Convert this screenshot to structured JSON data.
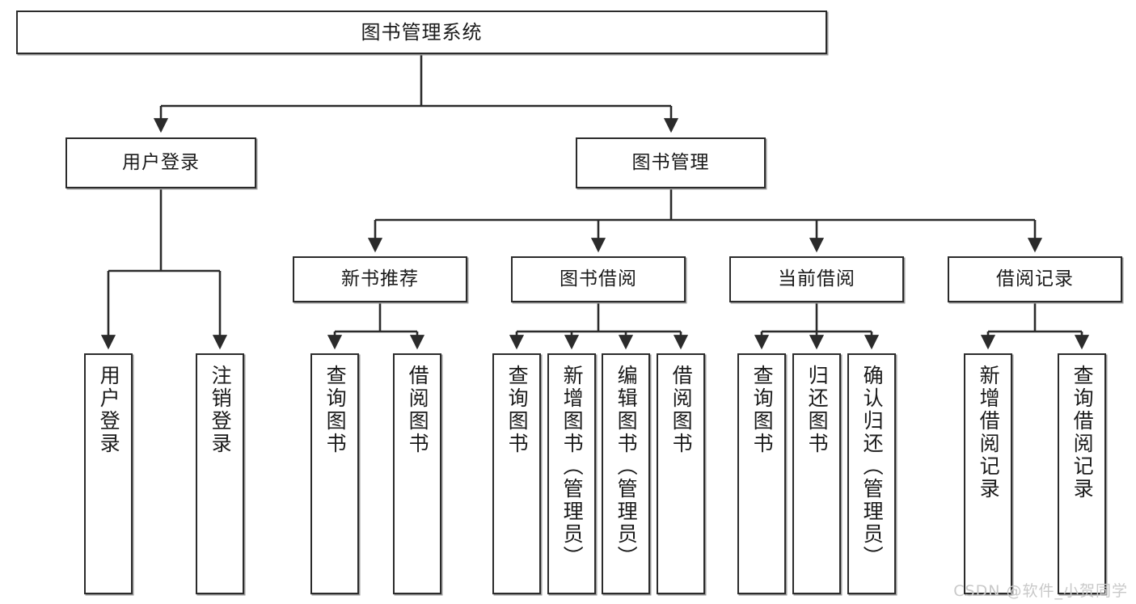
{
  "diagram": {
    "kind": "tree-hierarchy-chart",
    "root": {
      "id": "root",
      "label": "图书管理系统"
    },
    "level1": [
      {
        "id": "login",
        "label": "用户登录"
      },
      {
        "id": "bookmgmt",
        "label": "图书管理"
      }
    ],
    "level2": [
      {
        "id": "newbook",
        "label": "新书推荐"
      },
      {
        "id": "borrow",
        "label": "图书借阅"
      },
      {
        "id": "current",
        "label": "当前借阅"
      },
      {
        "id": "record",
        "label": "借阅记录"
      }
    ],
    "leaves": [
      {
        "id": "leaf-user-login",
        "parent": "login",
        "label": "用户登录"
      },
      {
        "id": "leaf-user-logout",
        "parent": "login",
        "label": "注销登录"
      },
      {
        "id": "leaf-nb-query",
        "parent": "newbook",
        "label": "查询图书"
      },
      {
        "id": "leaf-nb-borrow",
        "parent": "newbook",
        "label": "借阅图书"
      },
      {
        "id": "leaf-bw-query",
        "parent": "borrow",
        "label": "查询图书"
      },
      {
        "id": "leaf-bw-add",
        "parent": "borrow",
        "label": "新增图书（管理员）"
      },
      {
        "id": "leaf-bw-edit",
        "parent": "borrow",
        "label": "编辑图书（管理员）"
      },
      {
        "id": "leaf-bw-borrow",
        "parent": "borrow",
        "label": "借阅图书"
      },
      {
        "id": "leaf-cur-query",
        "parent": "current",
        "label": "查询图书"
      },
      {
        "id": "leaf-cur-return",
        "parent": "current",
        "label": "归还图书"
      },
      {
        "id": "leaf-cur-confirm",
        "parent": "current",
        "label": "确认归还（管理员）"
      },
      {
        "id": "leaf-rec-add",
        "parent": "record",
        "label": "新增借阅记录"
      },
      {
        "id": "leaf-rec-query",
        "parent": "record",
        "label": "查询借阅记录"
      }
    ]
  },
  "watermark": {
    "text": "CSDN @软件_小贺同学"
  },
  "colors": {
    "stroke": "#2b2b2b",
    "fill": "#ffffff",
    "shadow": "#9a9a9a",
    "text": "#1a1a1a",
    "watermark": "#c9c9c9"
  }
}
